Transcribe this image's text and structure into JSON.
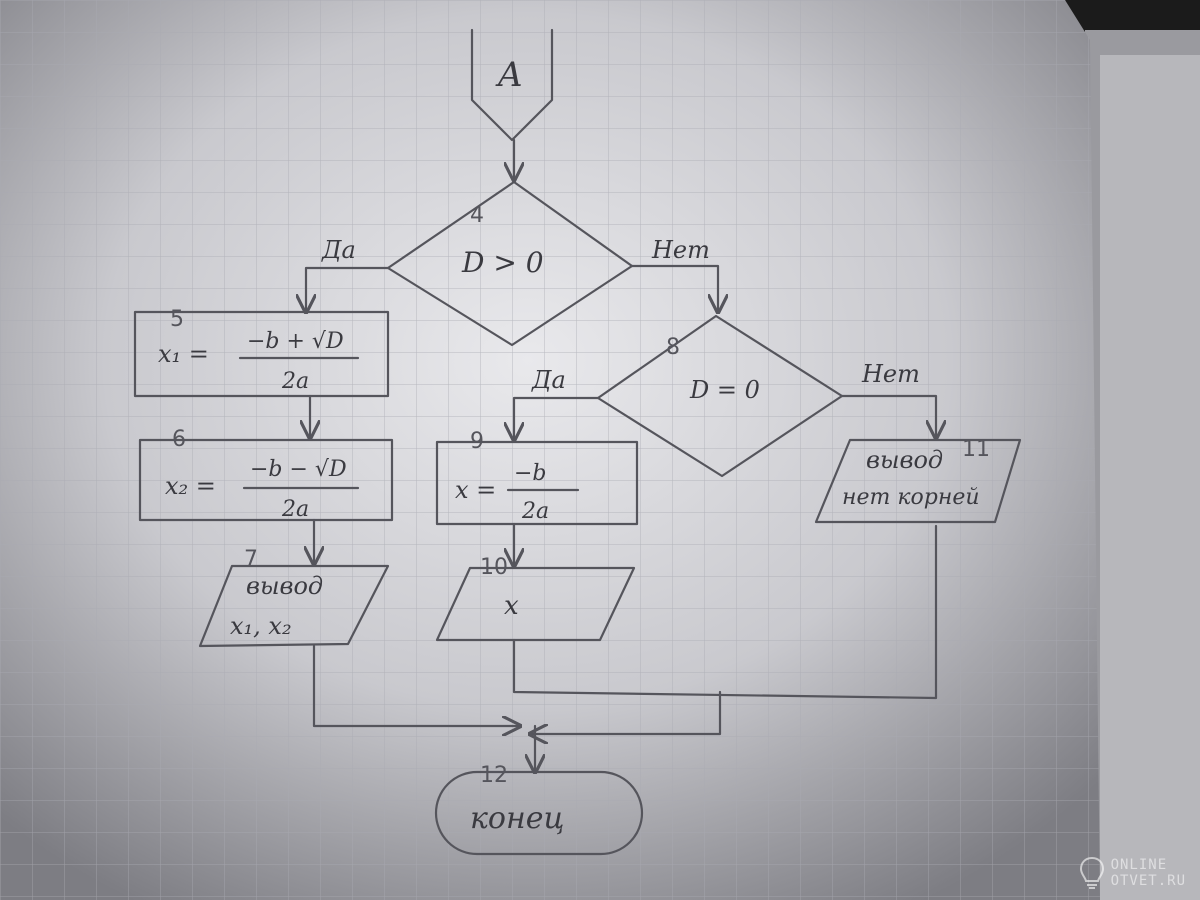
{
  "connector": {
    "label": "A"
  },
  "blocks": {
    "cond1": {
      "number": "4",
      "text": "D > 0",
      "yes": "Да",
      "no": "Нет"
    },
    "cond2": {
      "number": "8",
      "text": "D = 0",
      "yes": "Да",
      "no": "Нет"
    },
    "x1": {
      "number": "5",
      "lhs": "x₁ =",
      "numerator": "−b + √D",
      "denominator": "2a"
    },
    "x2": {
      "number": "6",
      "lhs": "x₂ =",
      "numerator": "−b − √D",
      "denominator": "2a"
    },
    "x": {
      "number": "9",
      "lhs": "x =",
      "numerator": "−b",
      "denominator": "2a"
    },
    "out1": {
      "number": "7",
      "line1": "вывод",
      "line2": "x₁, x₂"
    },
    "out2": {
      "number": "10",
      "text": "x"
    },
    "out3": {
      "number": "11",
      "line1": "вывод",
      "line2": "нет корней"
    },
    "end": {
      "number": "12",
      "text": "конец"
    }
  },
  "watermark": {
    "line1": "ONLINE",
    "line2": "OTVET.RU"
  }
}
